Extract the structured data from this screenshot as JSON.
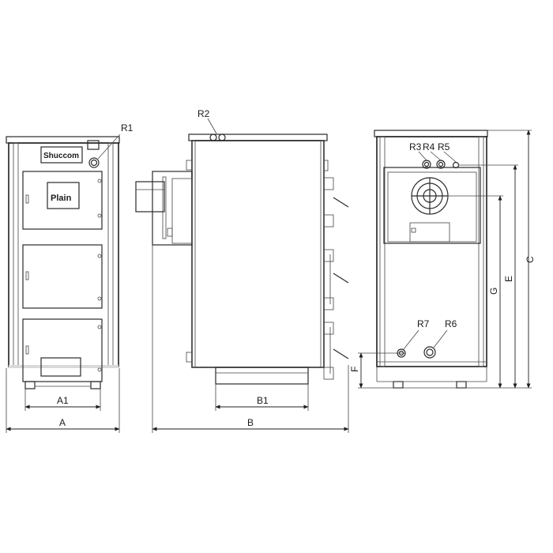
{
  "front_view": {
    "brand_text": "Shuccom",
    "model_text": "Plain",
    "labels": {
      "r1": "R1",
      "a1": "A1",
      "a": "A"
    }
  },
  "side_view": {
    "labels": {
      "r2": "R2",
      "b1": "B1",
      "b": "B"
    }
  },
  "rear_view": {
    "labels": {
      "r3": "R3",
      "r4": "R4",
      "r5": "R5",
      "r6": "R6",
      "r7": "R7",
      "c": "C",
      "e": "E",
      "g": "G",
      "f": "F"
    }
  }
}
